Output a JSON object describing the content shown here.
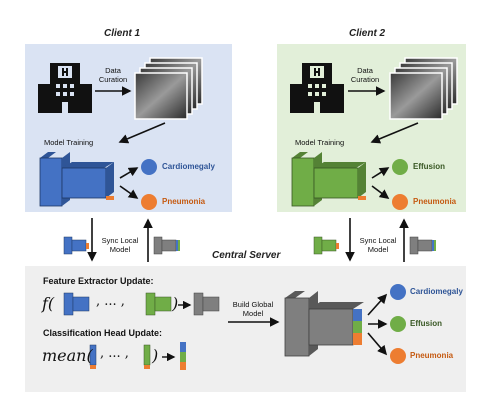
{
  "client1": {
    "title": "Client 1",
    "data_curation": [
      "Data",
      "Curation"
    ],
    "model_training": "Model Training",
    "classes": [
      "Cardiomegaly",
      "Pneumonia"
    ]
  },
  "client2": {
    "title": "Client 2",
    "data_curation": [
      "Data",
      "Curation"
    ],
    "model_training": "Model Training",
    "classes": [
      "Effusion",
      "Pneumonia"
    ]
  },
  "sync": [
    "Sync Local",
    "Model"
  ],
  "server": {
    "title": "Central Server",
    "feature_update": "Feature Extractor Update:",
    "classification_update": "Classification Head Update:",
    "formula_f": "f(",
    "formula_mean": "mean(",
    "ellipsis": ", ... ,",
    "build_global": [
      "Build Global",
      "Model"
    ],
    "classes": [
      "Cardiomegaly",
      "Effusion",
      "Pneumonia"
    ]
  },
  "colors": {
    "client1_bg": "#dae3f3",
    "client2_bg": "#e2efd9",
    "server_bg": "#efefef",
    "blue": "#4472c4",
    "green": "#70ad47",
    "orange": "#ed7d31",
    "gray": "#7f7f7f"
  }
}
